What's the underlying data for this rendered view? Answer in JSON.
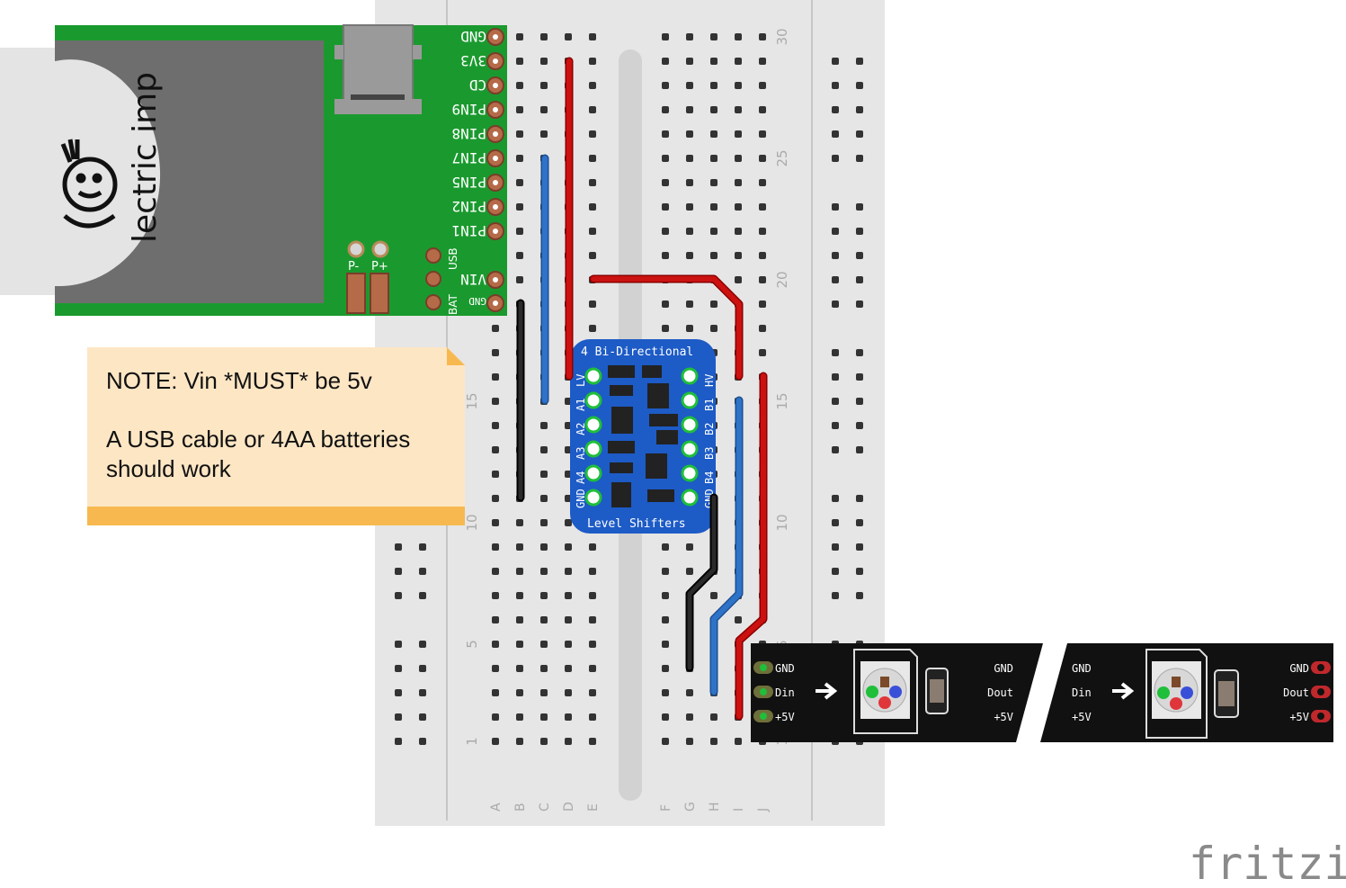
{
  "breadboard": {
    "left_columns": [
      "A",
      "B",
      "C",
      "D",
      "E"
    ],
    "right_columns": [
      "F",
      "G",
      "H",
      "I",
      "J"
    ],
    "row_numbers": [
      "30",
      "25",
      "20",
      "15",
      "10",
      "5",
      "1"
    ]
  },
  "imp_board": {
    "logo_text": "lectric imp",
    "pins": [
      "GND",
      "3V3",
      "CD",
      "PIN9",
      "PIN8",
      "PIN7",
      "PIN5",
      "PIN2",
      "PIN1",
      "VIN",
      "GND"
    ],
    "power_labels": [
      "P-",
      "P+"
    ],
    "side_labels": [
      "USB",
      "BAT"
    ]
  },
  "level_shifter": {
    "title_top": "4 Bi-Directional",
    "title_bottom": "Level Shifters",
    "left_pins": [
      "LV",
      "A1",
      "A2",
      "A3",
      "A4",
      "GND"
    ],
    "right_pins": [
      "HV",
      "B1",
      "B2",
      "B3",
      "B4",
      "GND"
    ]
  },
  "led_strip": {
    "segment1": {
      "left": [
        "GND",
        "Din",
        "+5V"
      ],
      "right": [
        "GND",
        "Dout",
        "+5V"
      ]
    },
    "segment2": {
      "left": [
        "GND",
        "Din",
        "+5V"
      ],
      "right": [
        "GND",
        "Dout",
        "+5V"
      ]
    }
  },
  "note": {
    "line1": "NOTE: Vin *MUST* be 5v",
    "line2": "A USB cable or 4AA batteries",
    "line3": "should work"
  },
  "watermark": "fritzing",
  "colors": {
    "wire_red": "#cc1111",
    "wire_blue": "#2f73c8",
    "wire_black": "#111111",
    "board_green": "#1a9a2e",
    "shifter_blue": "#1d5bc6",
    "note_bg": "#fde6c4",
    "note_bar": "#f7b94f"
  }
}
